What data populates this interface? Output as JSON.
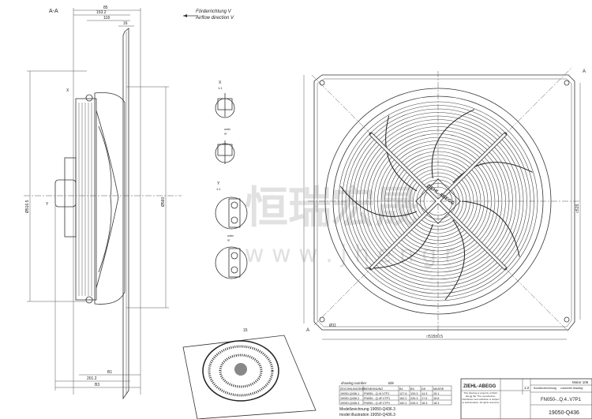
{
  "section_label": "A-A",
  "airflow": {
    "de": "Förderrichtung V",
    "en": "Airflow direction V"
  },
  "side_view_dims": {
    "top1": "85",
    "top2": "153.2",
    "top3": "118",
    "top4": "16",
    "left_dia": "Ø516.5",
    "right_dia": "Ø560",
    "b1": "B1",
    "b2": "201.2",
    "b3": "B3",
    "label_x": "X",
    "label_y": "Y"
  },
  "details": [
    {
      "label": "X",
      "scale": "1:1"
    },
    {
      "label": "oder",
      "sub": "or"
    },
    {
      "label": "Y",
      "scale": "1:1"
    },
    {
      "label": "oder",
      "sub": "or"
    }
  ],
  "front_view_dims": {
    "width": "□515±0.5",
    "height": "□515",
    "hole": "Ø11",
    "section_mark": "A"
  },
  "perspective_label": "15",
  "watermark": {
    "cn": "恒瑞宏晟",
    "url": "w w w . j h e n g r"
  },
  "parts_table": {
    "caption_en": "drawing number",
    "caption_title": "title",
    "headers": [
      "ZEICHNUNGSNR",
      "BENENNUNG",
      "B1",
      "B3",
      "D5",
      "MASSE"
    ],
    "rows": [
      [
        "19050-Q436.1",
        "FN050-..Q.4I.V7P1",
        "127.6",
        "193.3",
        "14.3",
        "15.1"
      ],
      [
        "19050-Q436.2",
        "FN050-..Q.4F.V7P1",
        "162.2",
        "226.3",
        "17.6",
        "16.8"
      ],
      [
        "19050-Q436.3",
        "FN050-..Q.4F.V7P1",
        "162.2",
        "226.3",
        "18.3",
        "18.3"
      ]
    ],
    "note1": "Modellzeichnung 19050-Q436.3",
    "note2": "model illustration 19050-Q436.3"
  },
  "title_block": {
    "company": "ZIEHL-ABEGG",
    "scale": "1:2",
    "motor": "Motor 106",
    "drawing_type_de": "Kundenzeichnung",
    "drawing_type_en": "customer drawing",
    "notice": "This drawing is property of Ziehl-abegg SE. The reproduction, distribution and utilization is subject to authorization. All rights reserved.",
    "type_number": "FN050-..Q.4..V7P1",
    "drawing_number": "19050-Q436"
  }
}
